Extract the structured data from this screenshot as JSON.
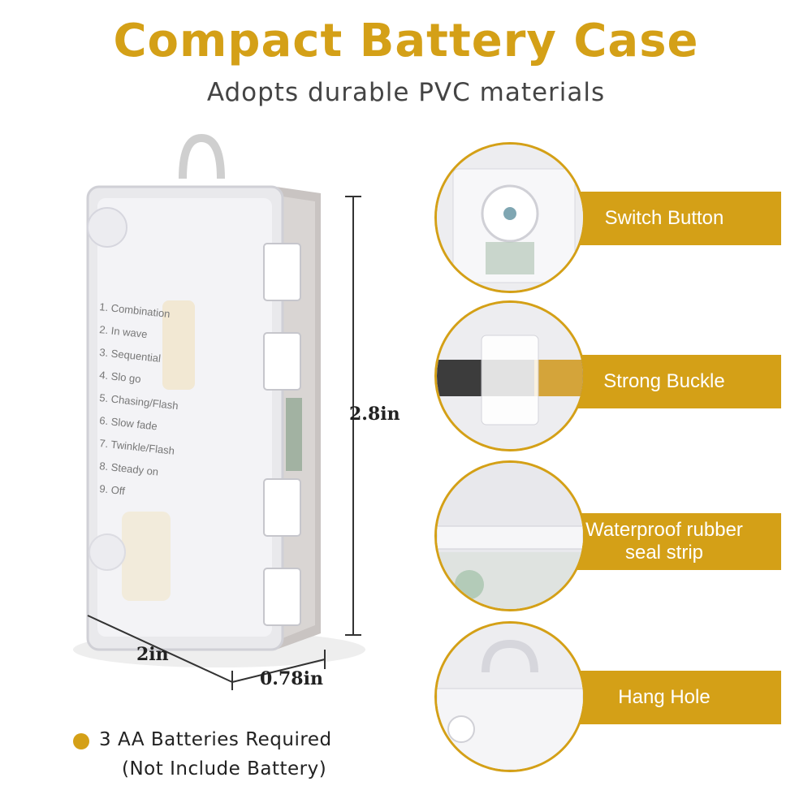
{
  "header": {
    "title": "Compact Battery Case",
    "subtitle": "Adopts durable PVC materials",
    "title_color": "#d4a017"
  },
  "product": {
    "mode_list": [
      "1. Combination",
      "2. In wave",
      "3. Sequential",
      "4. Slo go",
      "5. Chasing/Flash",
      "6. Slow fade",
      "7. Twinkle/Flash",
      "8. Steady on",
      "9. Off"
    ],
    "dimensions": {
      "height": "2.8in",
      "width": "2in",
      "depth": "0.78in"
    }
  },
  "features": [
    {
      "label": "Switch Button",
      "icon": "switch-button-closeup"
    },
    {
      "label": "Strong Buckle",
      "icon": "buckle-closeup"
    },
    {
      "label": "Waterproof rubber seal strip",
      "icon": "seal-strip-closeup"
    },
    {
      "label": "Hang Hole",
      "icon": "hang-hole-closeup"
    }
  ],
  "note": {
    "line1": "3 AA Batteries Required",
    "line2": "(Not Include Battery)",
    "dot_color": "#d4a017"
  },
  "colors": {
    "accent": "#d4a017",
    "banner_text": "#ffffff"
  }
}
